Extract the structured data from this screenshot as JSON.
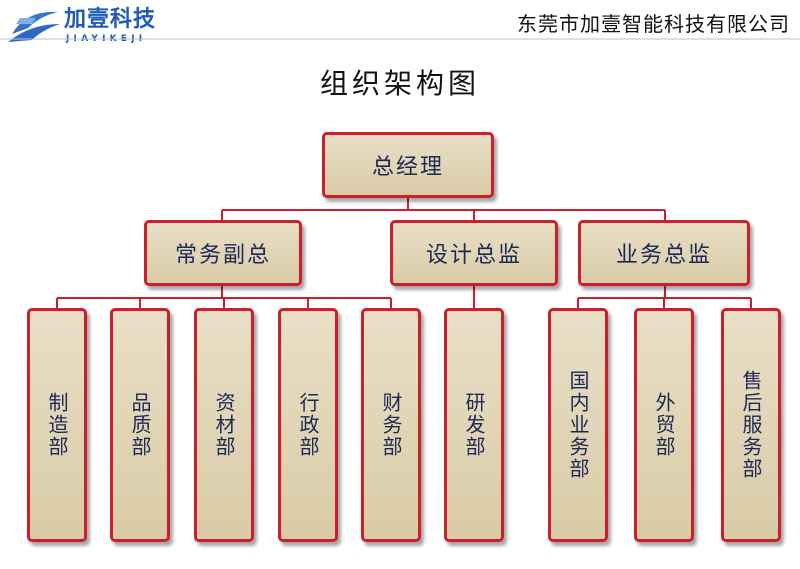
{
  "header": {
    "logo_text": "加壹科技",
    "logo_sub": "JIAYIKEJI",
    "company_name": "东莞市加壹智能科技有限公司"
  },
  "title": "组织架构图",
  "colors": {
    "border": "#cc1f2a",
    "box_fill": "#e0d4b8",
    "text": "#1a2a55",
    "logo_blue": "#1f5bb5"
  },
  "org": {
    "top": "总经理",
    "managers": [
      {
        "label": "常务副总",
        "departments": [
          "制造部",
          "品质部",
          "资材部",
          "行政部",
          "财务部"
        ]
      },
      {
        "label": "设计总监",
        "departments": [
          "研发部"
        ]
      },
      {
        "label": "业务总监",
        "departments": [
          "国内业务部",
          "外贸部",
          "售后服务部"
        ]
      }
    ]
  }
}
